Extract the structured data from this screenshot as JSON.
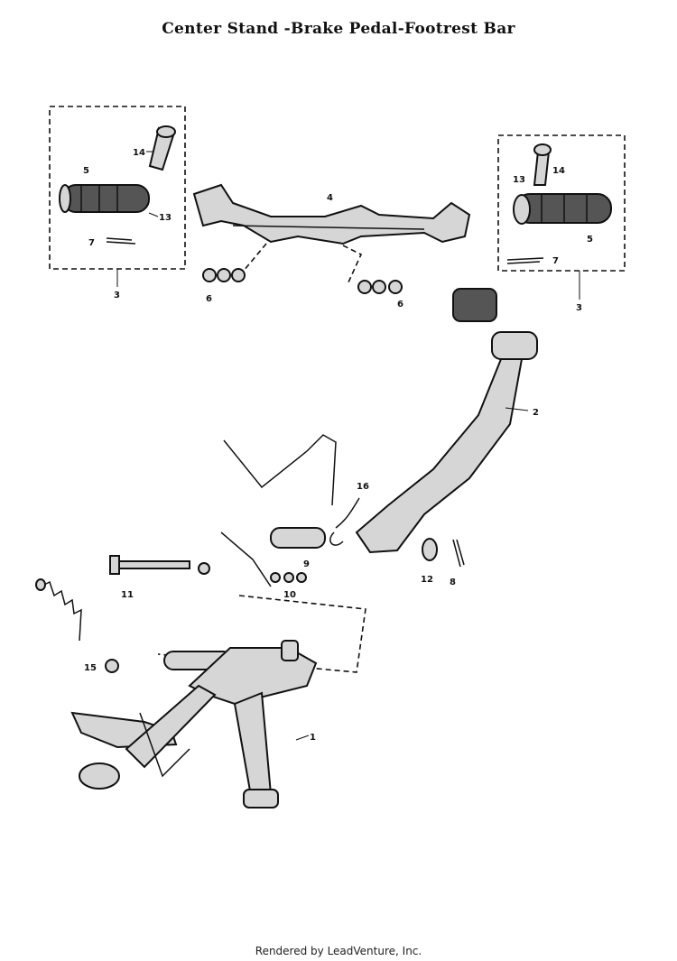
{
  "title": "Center Stand -Brake Pedal-Footrest Bar",
  "footer": "Rendered by LeadVenture, Inc.",
  "callouts": {
    "c1": "1",
    "c2": "2",
    "c3": "3",
    "c3b": "3",
    "c4": "4",
    "c5": "5",
    "c5b": "5",
    "c6": "6",
    "c6b": "6",
    "c7": "7",
    "c7b": "7",
    "c8": "8",
    "c9": "9",
    "c10": "10",
    "c11": "11",
    "c12": "12",
    "c13": "13",
    "c13b": "13",
    "c14": "14",
    "c14b": "14",
    "c15": "15",
    "c16": "16"
  }
}
